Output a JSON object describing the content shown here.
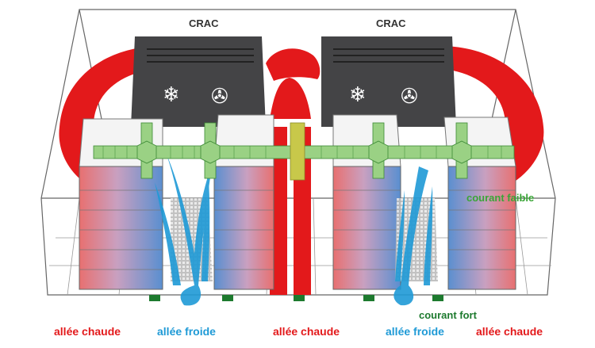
{
  "crac_units": [
    {
      "label": "CRAC"
    },
    {
      "label": "CRAC"
    }
  ],
  "annotations": {
    "low_current": "courant faible",
    "high_current": "courant fort"
  },
  "aisle_labels": [
    {
      "text": "allée chaude",
      "kind": "hot"
    },
    {
      "text": "allée froide",
      "kind": "cold"
    },
    {
      "text": "allée chaude",
      "kind": "hot"
    },
    {
      "text": "allée froide",
      "kind": "cold"
    },
    {
      "text": "allée chaude",
      "kind": "hot"
    }
  ],
  "colors": {
    "hot": "#e3191b",
    "cold": "#1f9ad6",
    "low_current": "#3aa537",
    "high_current": "#1d7a2e",
    "crac": "#444446",
    "tray": "#9ad184",
    "tray_center": "#c8c84a",
    "outline": "#555555"
  }
}
